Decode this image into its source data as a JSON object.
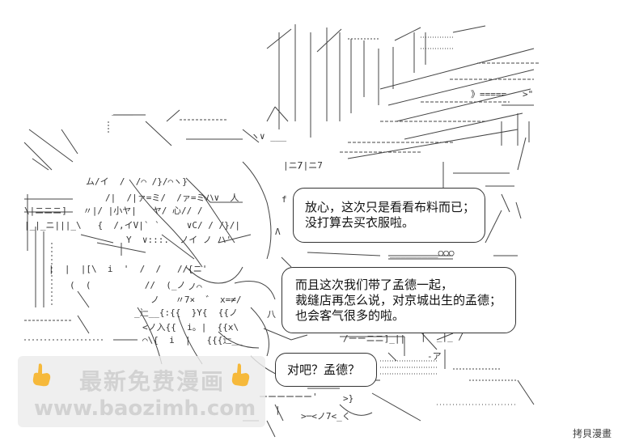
{
  "bubbles": {
    "first": [
      "放心，这次只是看看布料而已；",
      "没打算去买衣服啦。"
    ],
    "second": [
      "而且这次我们带了孟德一起，",
      "裁缝店再怎么说，对京城出生的孟德；",
      "也会客气很多的啦。"
    ],
    "third": [
      "对吧？孟德？"
    ]
  },
  "watermark": {
    "title": "最新免费漫画",
    "url": "www.baozimh.com"
  },
  "corner_label": "拷貝漫畫",
  "ascii_fragments": {
    "f1": "____",
    "f2": "f",
    "f3": "ム/イ  /  /⌒ /}/⌒ヽ}",
    "f4": "/|  /|ァ=ミ/  /ァ=ミハ∨  人",
    "f5": "\\|ニニニ]   〃|/ |小ヤ|   ヤ/ 心// /",
    "f6": "|_|_ニ|||_\\   {  /,イV|` `     ∨C/ / /}/|",
    "f7": "|  |  |[\\  i  '  /  /   //{ニ'",
    "f8": "(  (          //  (_ノ",
    "f9": "ノ   〃7×  ゛ x=≠/",
    "f10": "_辷__{:{{  }Y{  {{ノ",
    "f11": "<ノ入{{  i。|  {{x\\",
    "f12": "⌒\\{  i  |   {{{辷__",
    "f13": "|ニ7",
    "f14": "ーーーーーー'",
    "f15": "Λ",
    "f16": "_________○○○",
    "f17": "/ーーニニ]_||",
    "f18": "|  _|_ /",
    "f19": "》=====   >\"",
    "f20": "-ア",
    "f21": ">}",
    "f22": ">─<ノ7<_く",
    "f23": "ノ⌒",
    "f24": "八",
    "f25": "ヽ∨ ___",
    "f26": "/|ニ7",
    "f27": "|",
    "f28": "Y  ∨:::.  ノイ ノ ハ'"
  }
}
